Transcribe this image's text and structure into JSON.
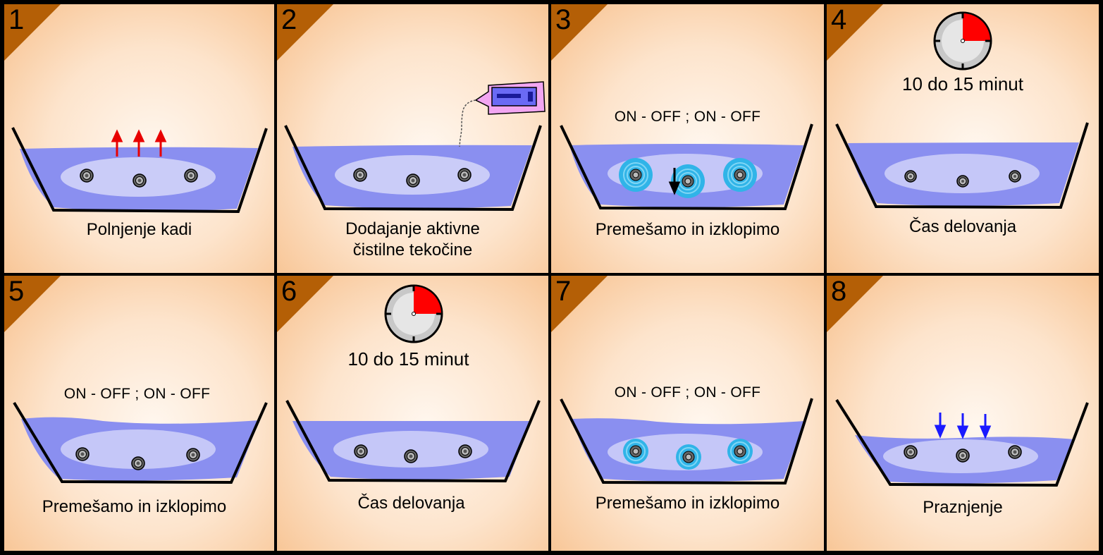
{
  "steps": [
    {
      "number": "1",
      "label": "Polnjenje kadi"
    },
    {
      "number": "2",
      "label": "Dodajanje aktivne\nčistilne tekočine"
    },
    {
      "number": "3",
      "label": "Premešamo in izklopimo",
      "cycle": "ON -  OFF ; ON  - OFF"
    },
    {
      "number": "4",
      "label": "Čas delovanja",
      "duration": "10 do 15 minut"
    },
    {
      "number": "5",
      "label": "Premešamo in izklopimo",
      "cycle": "ON -  OFF ; ON  - OFF"
    },
    {
      "number": "6",
      "label": "Čas delovanja",
      "duration": "10 do 15 minut"
    },
    {
      "number": "7",
      "label": "Premešamo in izklopimo",
      "cycle": "ON -  OFF ; ON  - OFF"
    },
    {
      "number": "8",
      "label": "Praznjenje"
    }
  ],
  "colors": {
    "water": "#8a8ff0",
    "bath_outline": "#000000",
    "fill_arrow": "#e80000",
    "drain_arrow": "#1a1aff",
    "jet_active": "#30b4e8",
    "timer_fill": "#ff0000",
    "corner_tab": "#b45f06",
    "bottle": "#f2a6f2"
  }
}
